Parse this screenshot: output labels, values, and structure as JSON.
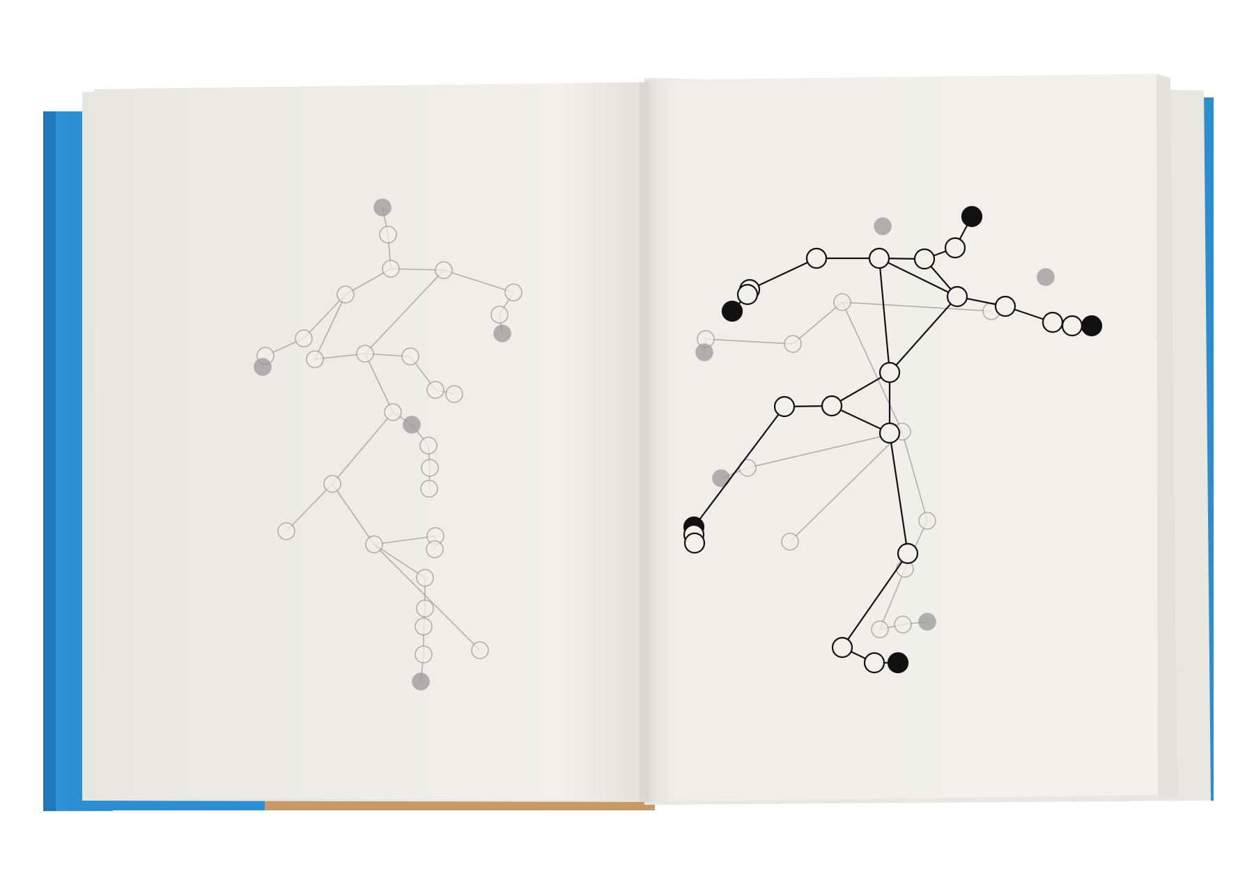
{
  "scene": {
    "description_colors": {
      "background": "#ffffff",
      "cover_blue": "#2a8ed1",
      "cover_blue_dark": "#1f78b8",
      "cover_kraft": "#c89a6a",
      "page_paper": "#f1f0ea",
      "page_edge": "#e4e2da",
      "ink_dark": "#111111",
      "ink_faint": "#9a9a9a"
    }
  },
  "figure_left": {
    "label": "",
    "style": "faint",
    "nodes": [
      [
        549,
        298,
        "filled"
      ],
      [
        557,
        337,
        "open"
      ],
      [
        561,
        386,
        "open"
      ],
      [
        496,
        423,
        "open"
      ],
      [
        637,
        388,
        "open"
      ],
      [
        737,
        420,
        "open"
      ],
      [
        717,
        452,
        "open"
      ],
      [
        721,
        479,
        "filled"
      ],
      [
        436,
        486,
        "open"
      ],
      [
        381,
        511,
        "open"
      ],
      [
        377,
        527,
        "filled"
      ],
      [
        452,
        516,
        "open"
      ],
      [
        524,
        508,
        "open"
      ],
      [
        589,
        512,
        "open"
      ],
      [
        625,
        560,
        "open"
      ],
      [
        652,
        566,
        "open"
      ],
      [
        564,
        592,
        "open"
      ],
      [
        591,
        610,
        "filled"
      ],
      [
        615,
        640,
        "open"
      ],
      [
        617,
        672,
        "open"
      ],
      [
        616,
        702,
        "open"
      ],
      [
        477,
        695,
        "open"
      ],
      [
        411,
        763,
        "open"
      ],
      [
        537,
        782,
        "open"
      ],
      [
        625,
        770,
        "open"
      ],
      [
        610,
        830,
        "open"
      ],
      [
        610,
        874,
        "open"
      ],
      [
        608,
        900,
        "open"
      ],
      [
        608,
        940,
        "open"
      ],
      [
        604,
        979,
        "filled"
      ],
      [
        624,
        789,
        "open"
      ],
      [
        689,
        934,
        "open"
      ]
    ],
    "edges": [
      [
        0,
        1
      ],
      [
        1,
        2
      ],
      [
        2,
        3
      ],
      [
        2,
        4
      ],
      [
        4,
        5
      ],
      [
        5,
        6
      ],
      [
        6,
        7
      ],
      [
        3,
        8
      ],
      [
        8,
        9
      ],
      [
        9,
        10
      ],
      [
        3,
        11
      ],
      [
        11,
        12
      ],
      [
        4,
        12
      ],
      [
        12,
        13
      ],
      [
        13,
        14
      ],
      [
        14,
        15
      ],
      [
        12,
        16
      ],
      [
        16,
        17
      ],
      [
        17,
        18
      ],
      [
        18,
        19
      ],
      [
        19,
        20
      ],
      [
        16,
        21
      ],
      [
        21,
        22
      ],
      [
        21,
        23
      ],
      [
        23,
        24
      ],
      [
        23,
        25
      ],
      [
        25,
        26
      ],
      [
        26,
        27
      ],
      [
        27,
        28
      ],
      [
        28,
        29
      ],
      [
        24,
        30
      ],
      [
        31,
        23
      ]
    ]
  },
  "figure_right": {
    "label": "",
    "style": "dark",
    "nodes": [
      [
        1395,
        311,
        "filled"
      ],
      [
        1371,
        356,
        "open"
      ],
      [
        1327,
        372,
        "open"
      ],
      [
        1262,
        371,
        "open"
      ],
      [
        1172,
        371,
        "open"
      ],
      [
        1076,
        416,
        "open"
      ],
      [
        1073,
        423,
        "open"
      ],
      [
        1051,
        447,
        "filled"
      ],
      [
        1374,
        426,
        "open"
      ],
      [
        1443,
        440,
        "open"
      ],
      [
        1511,
        463,
        "open"
      ],
      [
        1539,
        468,
        "open"
      ],
      [
        1567,
        468,
        "filled"
      ],
      [
        1277,
        535,
        "open"
      ],
      [
        1194,
        583,
        "open"
      ],
      [
        1126,
        584,
        "open"
      ],
      [
        1277,
        622,
        "open"
      ],
      [
        996,
        757,
        "filled"
      ],
      [
        996,
        768,
        "open"
      ],
      [
        997,
        780,
        "open"
      ],
      [
        1303,
        795,
        "open"
      ],
      [
        1209,
        930,
        "open"
      ],
      [
        1255,
        952,
        "open"
      ],
      [
        1289,
        952,
        "filled"
      ]
    ],
    "edges": [
      [
        0,
        1
      ],
      [
        1,
        2
      ],
      [
        2,
        3
      ],
      [
        3,
        4
      ],
      [
        4,
        5
      ],
      [
        5,
        6
      ],
      [
        6,
        7
      ],
      [
        2,
        8
      ],
      [
        3,
        8
      ],
      [
        8,
        9
      ],
      [
        9,
        10
      ],
      [
        10,
        11
      ],
      [
        11,
        12
      ],
      [
        3,
        13
      ],
      [
        8,
        13
      ],
      [
        13,
        14
      ],
      [
        14,
        15
      ],
      [
        13,
        16
      ],
      [
        14,
        16
      ],
      [
        15,
        17
      ],
      [
        16,
        20
      ],
      [
        20,
        21
      ],
      [
        21,
        22
      ],
      [
        22,
        23
      ]
    ]
  },
  "figure_right_shadow": {
    "label": "",
    "style": "faint",
    "nodes": [
      [
        1267,
        325,
        "filled"
      ],
      [
        1501,
        398,
        "filled"
      ],
      [
        1209,
        434,
        "open"
      ],
      [
        1138,
        494,
        "open"
      ],
      [
        1013,
        487,
        "open"
      ],
      [
        1011,
        506,
        "filled"
      ],
      [
        1423,
        447,
        "open"
      ],
      [
        1295,
        620,
        "open"
      ],
      [
        1073,
        672,
        "open"
      ],
      [
        1035,
        687,
        "filled"
      ],
      [
        1134,
        778,
        "open"
      ],
      [
        1331,
        748,
        "open"
      ],
      [
        1299,
        817,
        "open"
      ],
      [
        1263,
        904,
        "open"
      ],
      [
        1296,
        897,
        "open"
      ],
      [
        1331,
        893,
        "filled"
      ]
    ],
    "edges": [
      [
        2,
        3
      ],
      [
        3,
        4
      ],
      [
        4,
        5
      ],
      [
        2,
        6
      ],
      [
        2,
        7
      ],
      [
        7,
        8
      ],
      [
        8,
        9
      ],
      [
        7,
        10
      ],
      [
        7,
        11
      ],
      [
        11,
        12
      ],
      [
        12,
        13
      ],
      [
        13,
        14
      ],
      [
        14,
        15
      ]
    ]
  }
}
